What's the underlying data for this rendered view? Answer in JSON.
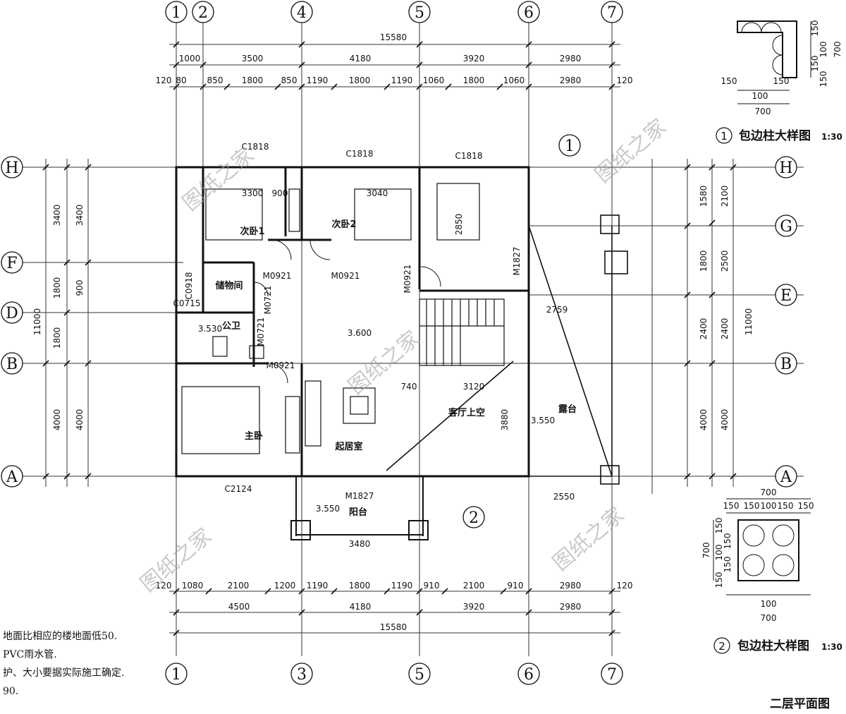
{
  "axes_top": [
    "1",
    "2",
    "4",
    "5",
    "6",
    "7"
  ],
  "axes_bottom": [
    "1",
    "3",
    "5",
    "6",
    "7"
  ],
  "axes_left": [
    "H",
    "F",
    "D",
    "B",
    "A"
  ],
  "axes_right": [
    "H",
    "G",
    "E",
    "B",
    "A"
  ],
  "dims_top_total": "15580",
  "dims_top_row1": [
    "1000",
    "3500",
    "4180",
    "3920",
    "2980"
  ],
  "dims_top_row2": [
    "120",
    "80",
    "850",
    "1800",
    "850",
    "1190",
    "1800",
    "1190",
    "1060",
    "1800",
    "1060",
    "2980",
    "120"
  ],
  "dims_bottom_row1": [
    "120",
    "1080",
    "2100",
    "1200",
    "1190",
    "1800",
    "1190",
    "910",
    "2100",
    "910",
    "2980",
    "120"
  ],
  "dims_bottom_row2": [
    "4500",
    "4180",
    "3920",
    "2980"
  ],
  "dims_bottom_total": "15580",
  "dims_left_outer": [
    "3400",
    "1800",
    "1800",
    "4000"
  ],
  "dims_left_inner": [
    "3400",
    "900",
    "4000"
  ],
  "dims_left_total": "11000",
  "dims_right_outer": [
    "1580",
    "2100",
    "2500",
    "2400",
    "4000"
  ],
  "dims_right_inner": [
    "1800",
    "2400",
    "4000"
  ],
  "dims_right_total": "11000",
  "rooms": {
    "bed2": "次卧1",
    "bed3": "次卧2",
    "storage": "储物间",
    "wc": "公卫",
    "master": "主卧",
    "living": "起居室",
    "void": "客厅上空",
    "terrace": "露台",
    "balcony": "阳台"
  },
  "labels": {
    "c1818_a": "C1818",
    "c1818_b": "C1818",
    "c1818_c": "C1818",
    "c2124": "C2124",
    "m0921_a": "M0921",
    "m0921_b": "M0921",
    "m0921_c": "M0921",
    "m0921_d": "M0921",
    "m0721_a": "M0721",
    "m0721_b": "M0721",
    "m1827_a": "M1827",
    "m1827_b": "M1827",
    "c0918": "C0918",
    "c0715": "C0715",
    "elev_living": "3.600",
    "elev_terrace": "3.550",
    "elev_balcony": "3.550",
    "elev_wc": "3.530",
    "dim_3120": "3120",
    "dim_740": "740",
    "dim_2759": "2759",
    "dim_2550": "2550",
    "dim_3480": "3480",
    "dim_3880": "3880",
    "dim_3300": "3300",
    "dim_3040": "3040",
    "dim_2850": "2850",
    "dim_900": "900"
  },
  "detail1": {
    "ref": "1",
    "title": "包边柱大样图",
    "scale": "1:30",
    "dims_bottom": [
      "150",
      "100",
      "150"
    ],
    "dim_total_bottom": "700",
    "dim_right": "700",
    "dims_right": [
      "150",
      "100",
      "150",
      "150"
    ]
  },
  "detail2": {
    "ref": "2",
    "title": "包边柱大样图",
    "scale": "1:30",
    "dim_top": "700",
    "dims_top": [
      "150",
      "150",
      "100",
      "150",
      "150"
    ],
    "dim_left": "700",
    "dims_left": [
      "150",
      "150",
      "100",
      "150",
      "150"
    ],
    "dim_bottom": "700",
    "dim_bottom_inner": "100"
  },
  "notes": [
    "地面比相应的楼地面低50.",
    "PVC雨水管.",
    "护、大小要据实际施工确定.",
    "90."
  ],
  "watermark": "图纸之家",
  "drawing_title": "二层平面图"
}
